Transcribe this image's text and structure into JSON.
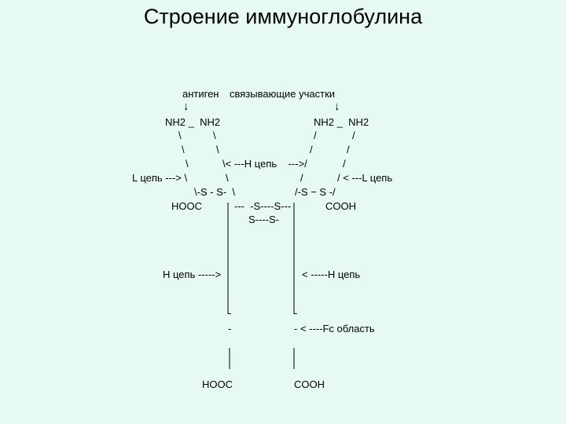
{
  "page": {
    "title": "Строение иммуноглобулина"
  },
  "diagram": {
    "antigen_label": "антиген",
    "binding_sites_label": "связывающие участки",
    "arrow_down": "↓",
    "nh2_pair": "NH2 _  NH2",
    "backslash": "\\",
    "slash": "/",
    "h_chain_left_arrow": "\\< ---H цепь    --->/",
    "l_chain_left": "L цепь ---> \\",
    "l_chain_right": "/ < ---L цепь",
    "disulfide_left": "\\-S - S-  \\",
    "disulfide_right": "/-S − S -/",
    "hooc": "HOOC",
    "cooh": "COOH",
    "hinge_top": "---  -S----S---",
    "hinge_bottom": "S----S-",
    "h_chain_left": "H цепь ----->",
    "h_chain_right": "< -----H цепь",
    "tick": "-",
    "fc_region": "- < ----Fc область",
    "hooc_bottom": "HOOC",
    "cooh_bottom": "COOH"
  }
}
